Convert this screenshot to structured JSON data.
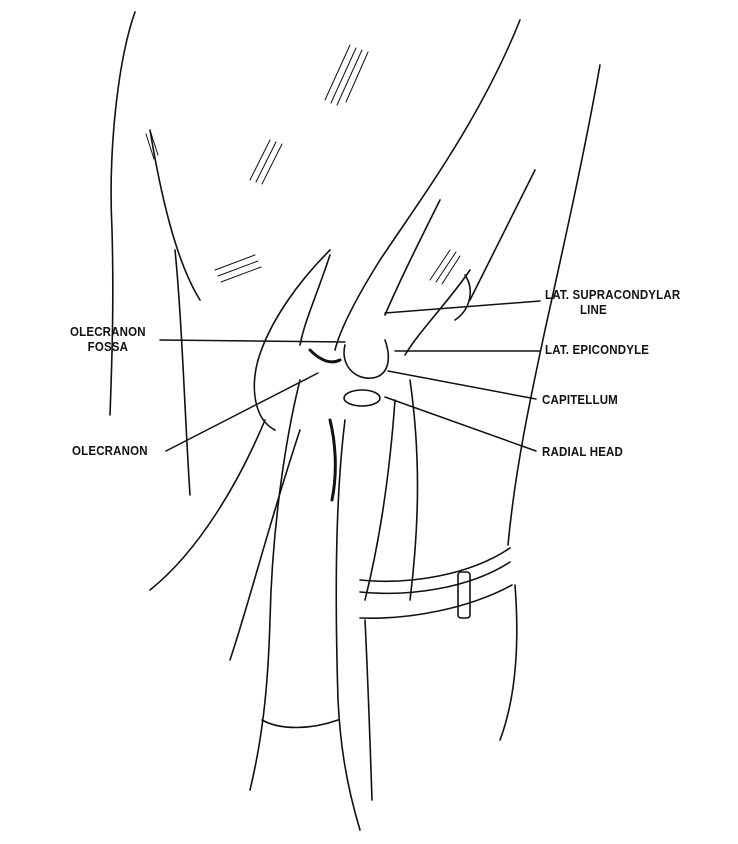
{
  "figure": {
    "labels": {
      "lat_supracondylar_line_1": "LAT. SUPRACONDYLAR",
      "lat_supracondylar_line_2": "LINE",
      "lat_epicondyle": "LAT. EPICONDYLE",
      "capitellum": "CAPITELLUM",
      "radial_head": "RADIAL HEAD",
      "olecranon_fossa_1": "OLECRANON",
      "olecranon_fossa_2": "FOSSA",
      "olecranon": "OLECRANON"
    },
    "ink_color": "#111111"
  }
}
